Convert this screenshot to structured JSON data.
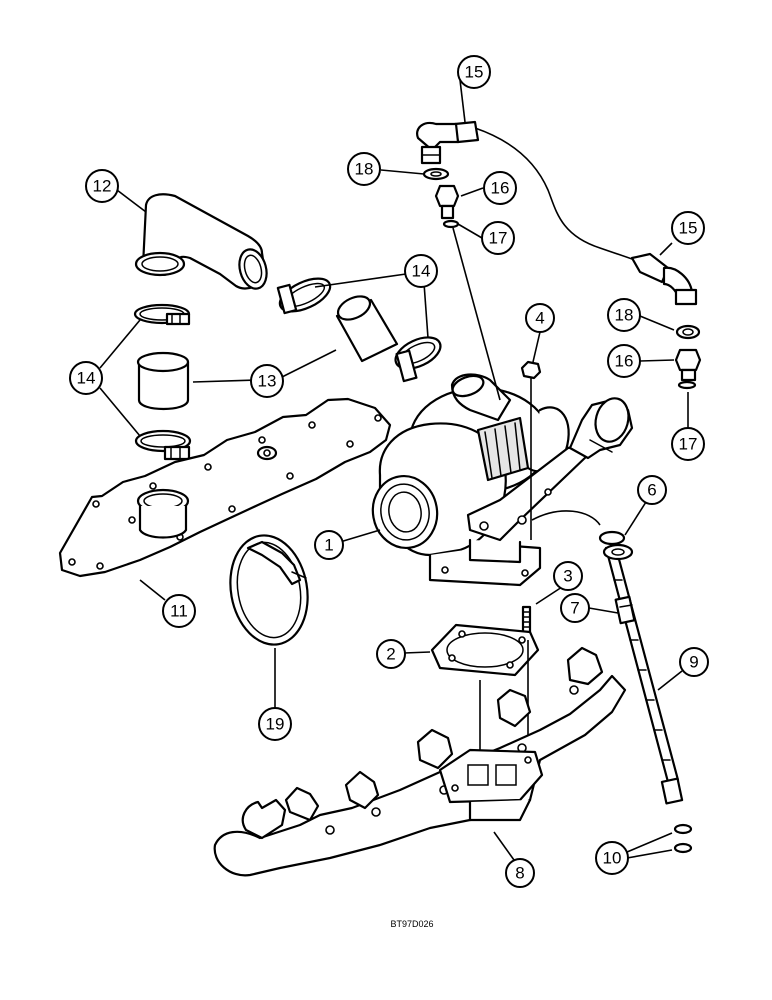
{
  "diagram": {
    "figure_code": "BT97D026",
    "callouts": [
      {
        "id": "c1",
        "label": "1"
      },
      {
        "id": "c2",
        "label": "2"
      },
      {
        "id": "c3",
        "label": "3"
      },
      {
        "id": "c4",
        "label": "4"
      },
      {
        "id": "c6",
        "label": "6"
      },
      {
        "id": "c7",
        "label": "7"
      },
      {
        "id": "c8",
        "label": "8"
      },
      {
        "id": "c9",
        "label": "9"
      },
      {
        "id": "c10",
        "label": "10"
      },
      {
        "id": "c11",
        "label": "11"
      },
      {
        "id": "c12",
        "label": "12"
      },
      {
        "id": "c13",
        "label": "13"
      },
      {
        "id": "c14a",
        "label": "14"
      },
      {
        "id": "c14b",
        "label": "14"
      },
      {
        "id": "c15a",
        "label": "15"
      },
      {
        "id": "c15b",
        "label": "15"
      },
      {
        "id": "c16a",
        "label": "16"
      },
      {
        "id": "c16b",
        "label": "16"
      },
      {
        "id": "c17a",
        "label": "17"
      },
      {
        "id": "c17b",
        "label": "17"
      },
      {
        "id": "c18a",
        "label": "18"
      },
      {
        "id": "c18b",
        "label": "18"
      },
      {
        "id": "c19",
        "label": "19"
      }
    ]
  }
}
